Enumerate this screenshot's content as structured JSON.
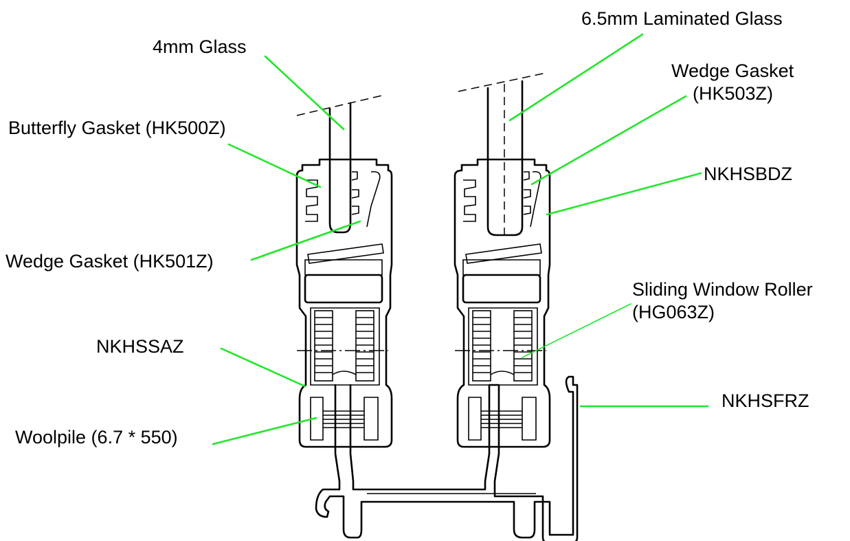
{
  "colors": {
    "leader": "#22e62b",
    "line": "#000000",
    "background": "#ffffff"
  },
  "labels": {
    "glass_4mm": "4mm Glass",
    "laminated_glass": "6.5mm Laminated Glass",
    "wedge_gasket_hk503z_line1": "Wedge Gasket",
    "wedge_gasket_hk503z_line2": "(HK503Z)",
    "butterfly_gasket": "Butterfly Gasket (HK500Z)",
    "nkhsbdz": "NKHSBDZ",
    "wedge_gasket_hk501z": "Wedge Gasket (HK501Z)",
    "roller_line1": "Sliding Window Roller",
    "roller_line2": "(HG063Z)",
    "nkhssaz": "NKHSSAZ",
    "nkhsfrz": "NKHSFRZ",
    "woolpile": "Woolpile (6.7 * 550)"
  }
}
